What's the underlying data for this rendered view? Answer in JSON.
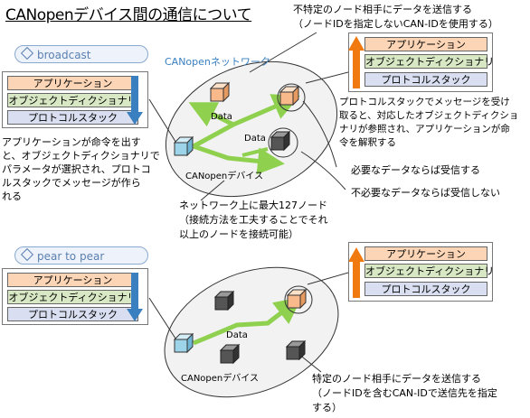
{
  "title": "CANopenデバイス間の通信について",
  "broadcast": {
    "label": "broadcast",
    "stack_left": [
      "アプリケーション",
      "オブジェクトディクショナリ",
      "プロトコルスタック"
    ],
    "stack_right": [
      "アプリケーション",
      "オブジェクトディクショナリ",
      "プロトコルスタック"
    ],
    "network_label": "CANopenネットワーク",
    "data_labels": [
      "Data",
      "Data"
    ],
    "device_label": "CANopenデバイス",
    "note_top": [
      "不特定のノード相手にデータを送信する",
      "（ノードIDを指定しないCAN-IDを使用する）"
    ],
    "note_left": [
      "アプリケーションが命令を出す",
      "と、オブジェクトディクショナリで",
      "パラメータが選択され、プロトコ",
      "ルスタックでメッセージが作ら",
      "れる"
    ],
    "note_right": [
      "プロトコルスタックでメッセージを受け",
      "取ると、対応したオブジェクトディクショ",
      "ナリが参照され、アプリケーションが命",
      "令を解釈する"
    ],
    "note_needed": "必要なデータならば受信する",
    "note_unneeded": "不必要なデータならば受信しない",
    "note_bottom": [
      "ネットワーク上に最大127ノード",
      "（接続方法を工夫することでそれ",
      "以上のノードを接続可能）"
    ]
  },
  "p2p": {
    "label": "pear to pear",
    "stack_left": [
      "アプリケーション",
      "オブジェクトディクショナリ",
      "プロトコルスタック"
    ],
    "stack_right": [
      "アプリケーション",
      "オブジェクトディクショナリ",
      "プロトコルスタック"
    ],
    "data_label": "Data",
    "device_label": "CANopenデバイス",
    "note_bottom": [
      "特定のノード相手にデータを送信する",
      "（ノードIDを含むCAN-IDで送信先を指定",
      "する）"
    ]
  },
  "colors": {
    "node_orange": "#f9b98a",
    "node_gray": "#555555",
    "node_blue": "#9ed4ea",
    "arrow_green": "#8fd14f",
    "arrow_blue": "#3a7fc0",
    "arrow_orange": "#f07a10",
    "network_label": "#3a7fc0"
  }
}
